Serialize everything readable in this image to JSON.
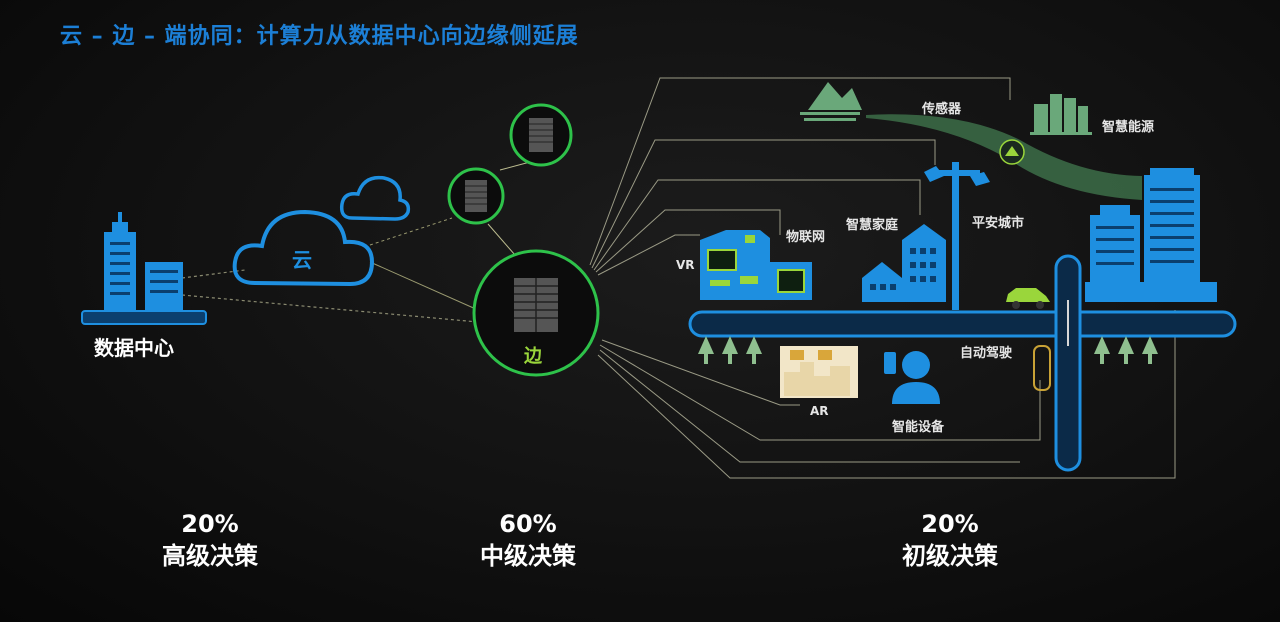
{
  "title": "云 – 边 – 端协同：计算力从数据中心向边缘侧延展",
  "nodes": {
    "datacenter": "数据中心",
    "cloud": "云",
    "edge": "边"
  },
  "endpoints": {
    "sensor": "传感器",
    "smart_energy": "智慧能源",
    "iot": "物联网",
    "smart_home": "智慧家庭",
    "safe_city": "平安城市",
    "vr": "VR",
    "ar": "AR",
    "autonomous": "自动驾驶",
    "smart_device": "智能设备"
  },
  "tiers": [
    {
      "percent": "20%",
      "label": "高级决策"
    },
    {
      "percent": "60%",
      "label": "中级决策"
    },
    {
      "percent": "20%",
      "label": "初级决策"
    }
  ],
  "colors": {
    "title": "#1c7fd6",
    "blue": "#1e8fe0",
    "green": "#2ec24a",
    "lime": "#9ad63b"
  }
}
